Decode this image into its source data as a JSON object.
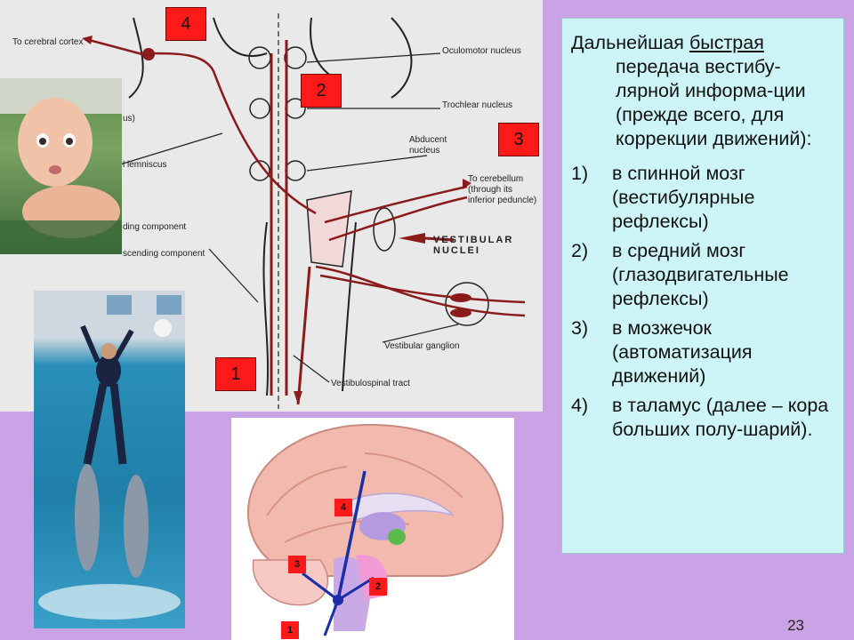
{
  "slide": {
    "page_number": "23"
  },
  "text_panel": {
    "intro_pre": "Дальнейшая ",
    "intro_underlined": "быстрая",
    "intro_rest": "передача вестибу-лярной информа-ции (прежде всего, для коррекции движений):",
    "items": [
      {
        "num": "1)",
        "text": "в спинной мозг (вестибулярные рефлексы)"
      },
      {
        "num": "2)",
        "text": "в средний мозг (глазодвигательные рефлексы)"
      },
      {
        "num": "3)",
        "text": "в мозжечок (автоматизация движений)"
      },
      {
        "num": "4)",
        "text": "в таламус (далее – кора больших полу-шарий)."
      }
    ]
  },
  "diagram": {
    "labels": {
      "to_cerebral_cortex": "To cerebral cortex",
      "oculomotor": "Oculomotor nucleus",
      "trochlear": "Trochlear nucleus",
      "abducent": "Abducent nucleus",
      "to_cerebellum": "To cerebellum (through its inferior peduncle)",
      "vestibular_nuclei": "VESTIBULAR NUCLEI",
      "vestibular_ganglion": "Vestibular ganglion",
      "vestibulospinal": "Vestibulospinal tract",
      "lemniscus": "l lemniscus",
      "us": "us)",
      "ding_component": "ding component",
      "ascending_component": "scending component"
    },
    "boxes": {
      "b1": "1",
      "b2": "2",
      "b3": "3",
      "b4": "4"
    }
  },
  "brain": {
    "boxes": {
      "b1": "1",
      "b2": "2",
      "b3": "3",
      "b4": "4"
    }
  },
  "colors": {
    "background": "#c9a3e6",
    "text_panel": "#cdf5f8",
    "pathway": "#8b1a1a",
    "marker": "#ff1a1a",
    "arrow_blue": "#1a2ea8"
  }
}
